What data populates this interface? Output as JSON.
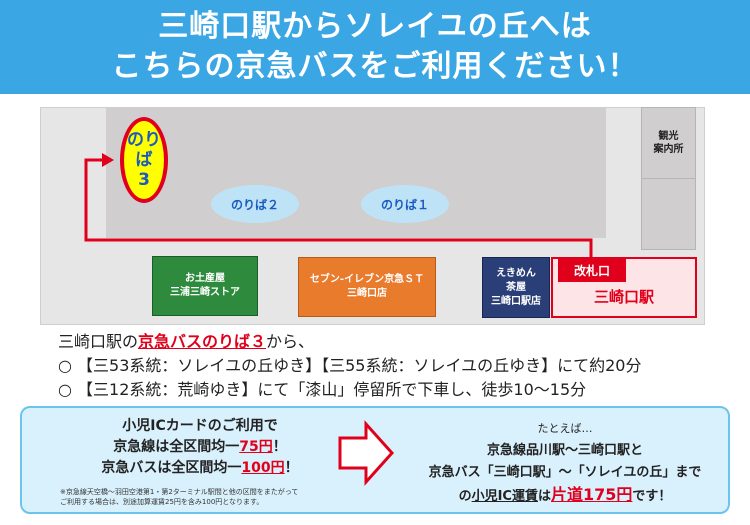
{
  "banner": {
    "line1": "三崎口駅からソレイユの丘へは",
    "line2": "こちらの京急バスをご利用ください！"
  },
  "map": {
    "stop3_line1": "のり",
    "stop3_line2": "ば",
    "stop3_line3": "3",
    "stop2": "のりば２",
    "stop1": "のりば１",
    "kanko_line1": "観光",
    "kanko_line2": "案内所",
    "omiyage_line1": "お土産屋",
    "omiyage_line2": "三浦三崎ストア",
    "seven_line1": "セブン-イレブン京急ＳＴ",
    "seven_line2": "三崎口店",
    "ekimen_line1": "えきめん",
    "ekimen_line2": "茶屋",
    "ekimen_line3": "三崎口駅店",
    "gate": "改札口",
    "station": "三崎口駅"
  },
  "directions": {
    "l1_a": "三崎口駅の",
    "l1_b": "京急バスのりば３",
    "l1_c": "から、",
    "l2": "○ 【三53系統：ソレイユの丘ゆき】【三55系統：ソレイユの丘ゆき】にて約20分",
    "l3": "○ 【三12系統：荒崎ゆき】にて「漆山」停留所で下車し、徒歩10〜15分"
  },
  "fare": {
    "title": "小児ICカードのご利用で",
    "train_a": "京急線は全区間均一",
    "train_b": "75円",
    "train_c": "！",
    "bus_a": "京急バスは全区間均一",
    "bus_b": "100円",
    "bus_c": "！",
    "note1": "※京急線天空橋〜羽田空港第1・第2ターミナル駅間と他の区間をまたがって",
    "note2": "ご利用する場合は、別途加算運賃25円を含み100円となります。"
  },
  "example": {
    "intro": "たとえば…",
    "line1": "京急線品川駅〜三崎口駅と",
    "line2_a": "京急バス「三崎口駅」〜「ソレイユの丘」まで",
    "line3_a": "の",
    "line3_b": "小児IC運賃",
    "line3_c": "は",
    "line3_d": "片道175円",
    "line3_e": "です！"
  },
  "colors": {
    "banner": "#3aa6e3",
    "accent_red": "#e0001b",
    "info_bg": "#d9f1fc"
  }
}
